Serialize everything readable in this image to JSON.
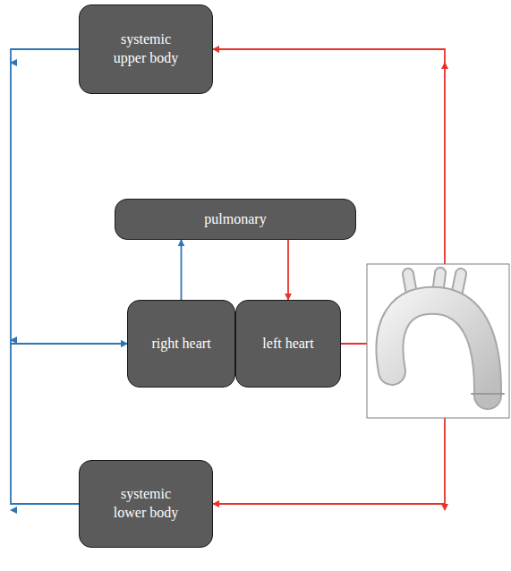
{
  "diagram": {
    "nodes": [
      {
        "text": [
          "systemic upper body"
        ]
      },
      {
        "text": [
          "pulmonary"
        ]
      },
      {
        "text": [
          "right heart"
        ]
      },
      {
        "text": [
          "left heart"
        ]
      },
      {
        "text": [
          "systemic lower body"
        ]
      }
    ],
    "edges": [
      {
        "from": 0,
        "to": 2,
        "arrow": "to"
      },
      {
        "from": 4,
        "to": 2,
        "arrow": "to"
      },
      {
        "from": 2,
        "to": 1,
        "arrow": "to"
      },
      {
        "from": 1,
        "to": 3,
        "arrow": "to"
      },
      {
        "from": 3,
        "to": 0,
        "arrow": "to"
      },
      {
        "from": 3,
        "to": 4,
        "arrow": "to"
      }
    ]
  }
}
